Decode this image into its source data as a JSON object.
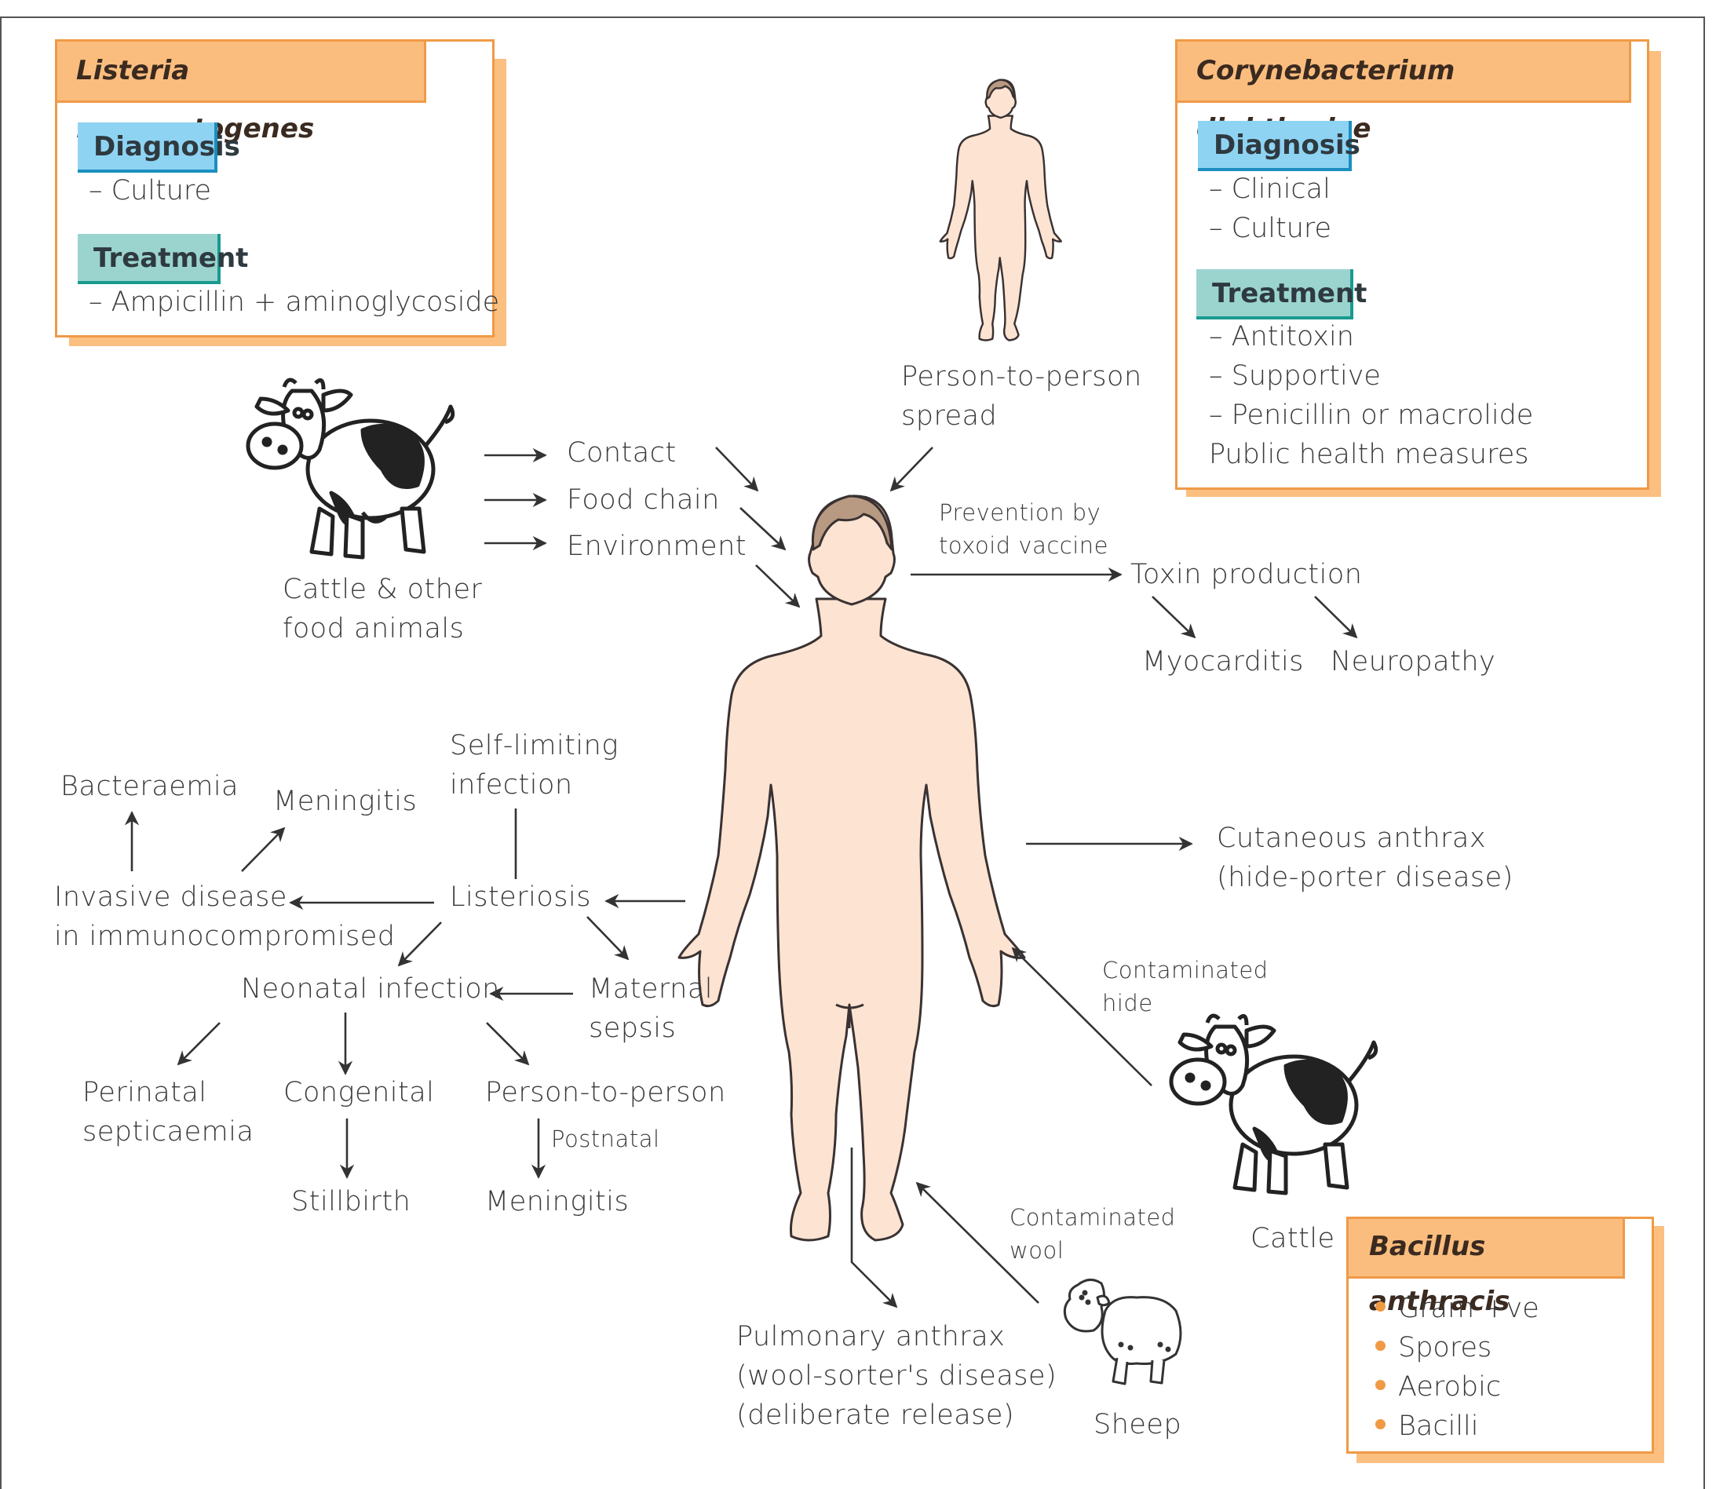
{
  "colors": {
    "box_header": "#fbbd7e",
    "box_border": "#ef9a47",
    "box_shadow": "#fbbf80",
    "diagnosis_tag": "#8fd3f3",
    "treatment_tag": "#9bd4cf",
    "skin": "#fde3d2",
    "hair": "#b89a82",
    "bullet": "#f09a45",
    "ink": "#3a3a3a"
  },
  "boxes": {
    "listeria": {
      "title": "Listeria monocytogenes",
      "diagnosis_label": "Diagnosis",
      "diagnosis_items": [
        "– Culture"
      ],
      "treatment_label": "Treatment",
      "treatment_items": [
        "– Ampicillin + aminoglycoside"
      ]
    },
    "corynebacterium": {
      "title": "Corynebacterium  diphtheriae",
      "diagnosis_label": "Diagnosis",
      "diagnosis_items": [
        "– Clinical",
        "– Culture"
      ],
      "treatment_label": "Treatment",
      "treatment_items": [
        "– Antitoxin",
        "– Supportive",
        "– Penicillin or macrolide",
        "Public health measures"
      ]
    },
    "bacillus": {
      "title": "Bacillus anthracis",
      "items": [
        "Gram +ve",
        "Spores",
        "Aerobic",
        "Bacilli"
      ]
    }
  },
  "sources": {
    "cattle_food_animals": [
      "Cattle & other",
      "food animals"
    ],
    "person_to_person_spread": [
      "Person-to-person",
      "spread"
    ],
    "routes": [
      "Contact",
      "Food chain",
      "Environment"
    ],
    "cattle": "Cattle",
    "sheep": "Sheep",
    "contaminated_hide": [
      "Contaminated",
      "hide"
    ],
    "contaminated_wool": [
      "Contaminated",
      "wool"
    ]
  },
  "diphtheria": {
    "prevention": [
      "Prevention by",
      "toxoid vaccine"
    ],
    "toxin": "Toxin production",
    "outcomes": [
      "Myocarditis",
      "Neuropathy"
    ]
  },
  "listeriosis": {
    "center": "Listeriosis",
    "self_limiting": [
      "Self-limiting",
      "infection"
    ],
    "invasive": [
      "Invasive disease",
      "in immunocompromised"
    ],
    "bacteraemia": "Bacteraemia",
    "meningitis": "Meningitis",
    "neonatal": "Neonatal infection",
    "maternal": [
      "Maternal",
      "sepsis"
    ],
    "perinatal": [
      "Perinatal",
      "septicaemia"
    ],
    "congenital": "Congenital",
    "person_to_person": "Person-to-person",
    "postnatal": "Postnatal",
    "stillbirth": "Stillbirth",
    "neonatal_meningitis": "Meningitis"
  },
  "anthrax": {
    "cutaneous": [
      "Cutaneous anthrax",
      "(hide-porter disease)"
    ],
    "pulmonary": [
      "Pulmonary anthrax",
      "(wool-sorter's disease)",
      "(deliberate release)"
    ]
  }
}
